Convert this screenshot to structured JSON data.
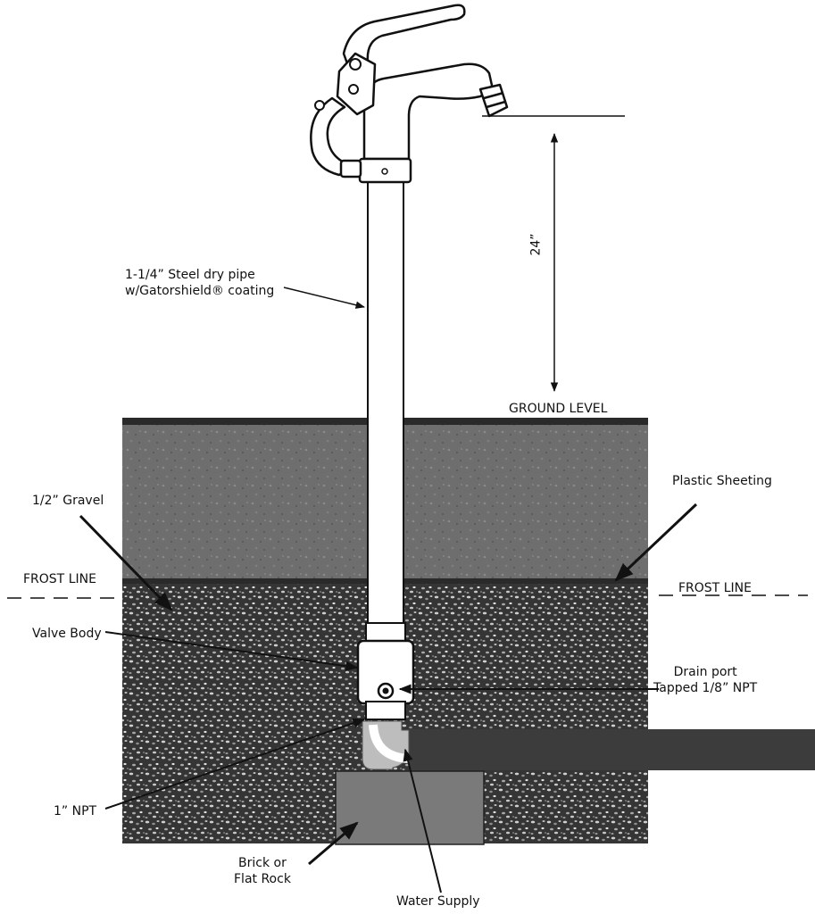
{
  "labels": {
    "dimension": "24”",
    "pipe_line1": "1-1/4” Steel dry pipe",
    "pipe_line2": "w/Gatorshield® coating",
    "ground_level": "GROUND LEVEL",
    "gravel": "1/2” Gravel",
    "plastic_sheeting": "Plastic Sheeting",
    "frost_line_left": "FROST LINE",
    "frost_line_right": "FROST LINE",
    "valve_body": "Valve Body",
    "drain_line1": "Drain port",
    "drain_line2": "Tapped 1/8” NPT",
    "npt": "1” NPT",
    "brick_line1": "Brick or",
    "brick_line2": "Flat Rock",
    "water_supply": "Water Supply"
  },
  "colors": {
    "soil": "#6b6b6b",
    "gravel": "#3a3a3a",
    "ground_line": "#2a2a2a",
    "brick": "#7a7a7a",
    "supply_pipe": "#3c3c3c",
    "pipe": "#ffffff",
    "outline": "#111111"
  }
}
